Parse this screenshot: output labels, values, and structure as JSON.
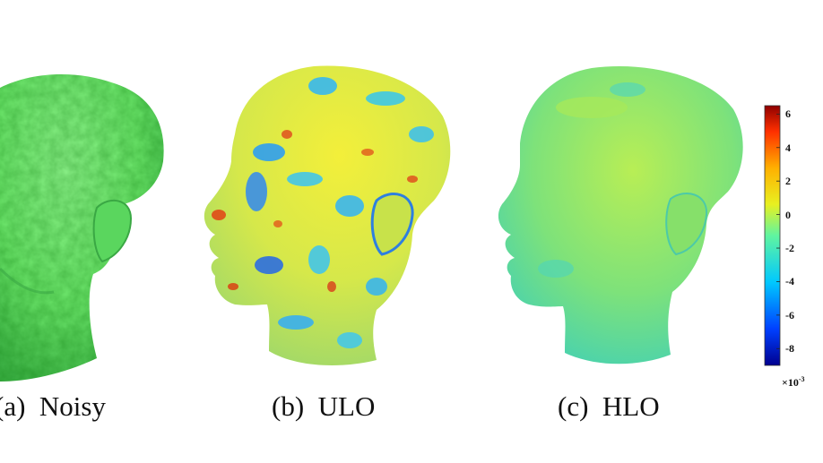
{
  "panels": [
    {
      "id": "a",
      "caption": "(a)  Noisy"
    },
    {
      "id": "b",
      "caption": "(b)  ULO"
    },
    {
      "id": "c",
      "caption": "(c)  HLO"
    }
  ],
  "colorbar": {
    "ticks": [
      "6",
      "4",
      "2",
      "0",
      "-2",
      "-4",
      "-6",
      "-8"
    ],
    "tick_values": [
      6,
      4,
      2,
      0,
      -2,
      -4,
      -6,
      -8
    ],
    "range": [
      -9,
      6.5
    ],
    "multiplier_base": "×10",
    "multiplier_exp": "-3",
    "colors": [
      "#00008f",
      "#0050ff",
      "#00d0ff",
      "#7dff7a",
      "#ffee00",
      "#ff7a00",
      "#b00000"
    ]
  }
}
